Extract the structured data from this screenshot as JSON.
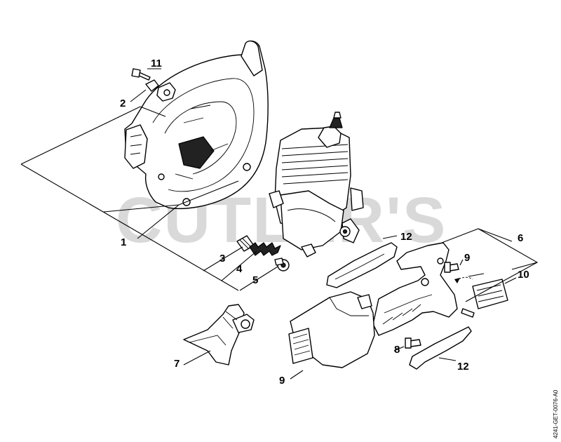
{
  "watermark": "CUTLER'S",
  "doc_id": "4241-GET-0076-A0",
  "callouts": {
    "c11": "11",
    "c2": "2",
    "c1": "1",
    "c3": "3",
    "c4": "4",
    "c5": "5",
    "c12a": "12",
    "c6": "6",
    "c9a": "9",
    "c10": "10",
    "c8": "8",
    "c12b": "12",
    "c7": "7",
    "c9b": "9"
  }
}
